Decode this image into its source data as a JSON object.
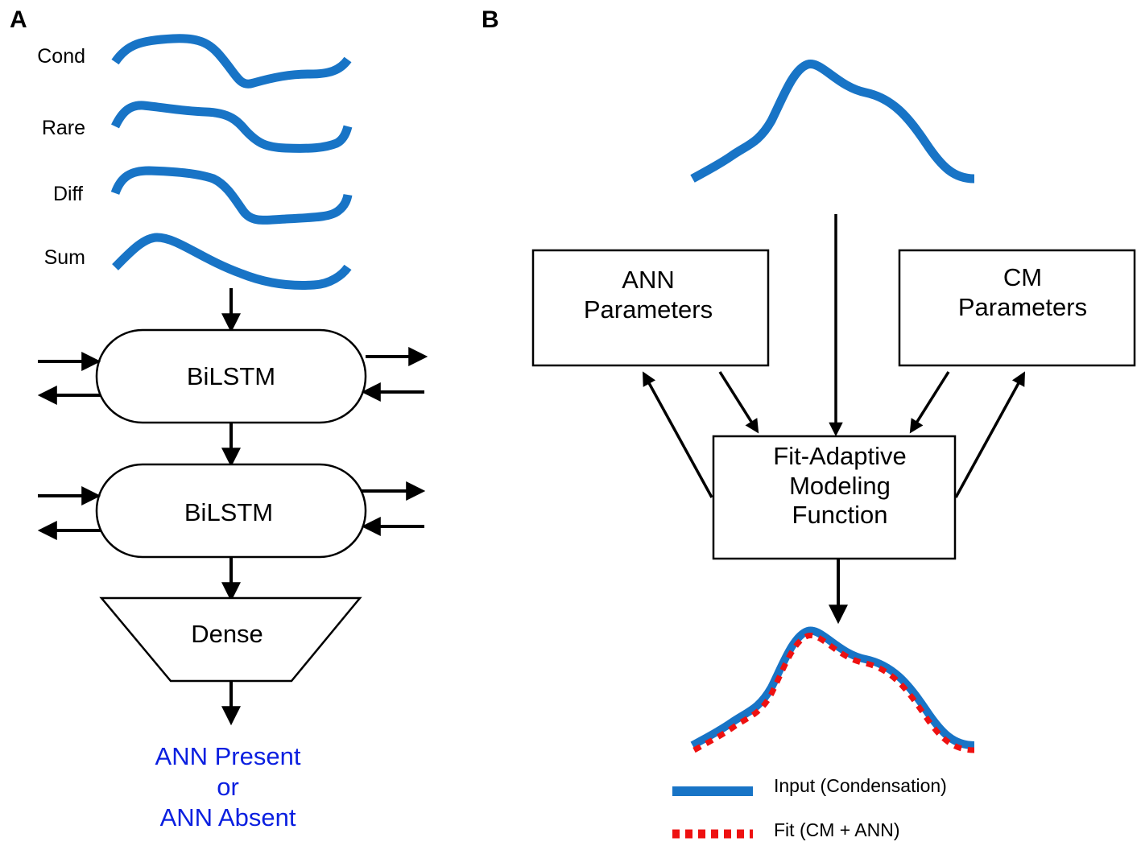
{
  "panels": {
    "a": {
      "label": "A",
      "signals": [
        {
          "label": "Cond"
        },
        {
          "label": "Rare"
        },
        {
          "label": "Diff"
        },
        {
          "label": "Sum"
        }
      ],
      "layers": [
        {
          "label": "BiLSTM"
        },
        {
          "label": "BiLSTM"
        },
        {
          "label": "Dense"
        }
      ],
      "output": {
        "line1": "ANN Present",
        "line2": "or",
        "line3": "ANN Absent"
      }
    },
    "b": {
      "label": "B",
      "ann_box": {
        "line1": "ANN",
        "line2": "Parameters"
      },
      "cm_box": {
        "line1": "CM",
        "line2": "Parameters"
      },
      "fit_box": {
        "line1": "Fit-Adaptive",
        "line2": "Modeling",
        "line3": "Function"
      },
      "legend": [
        {
          "label": "Input (Condensation)"
        },
        {
          "label": "Fit (CM + ANN)"
        }
      ]
    }
  },
  "colors": {
    "signal": "#1874c6",
    "fit": "#ee1111",
    "output_text": "#0a1fe0"
  }
}
